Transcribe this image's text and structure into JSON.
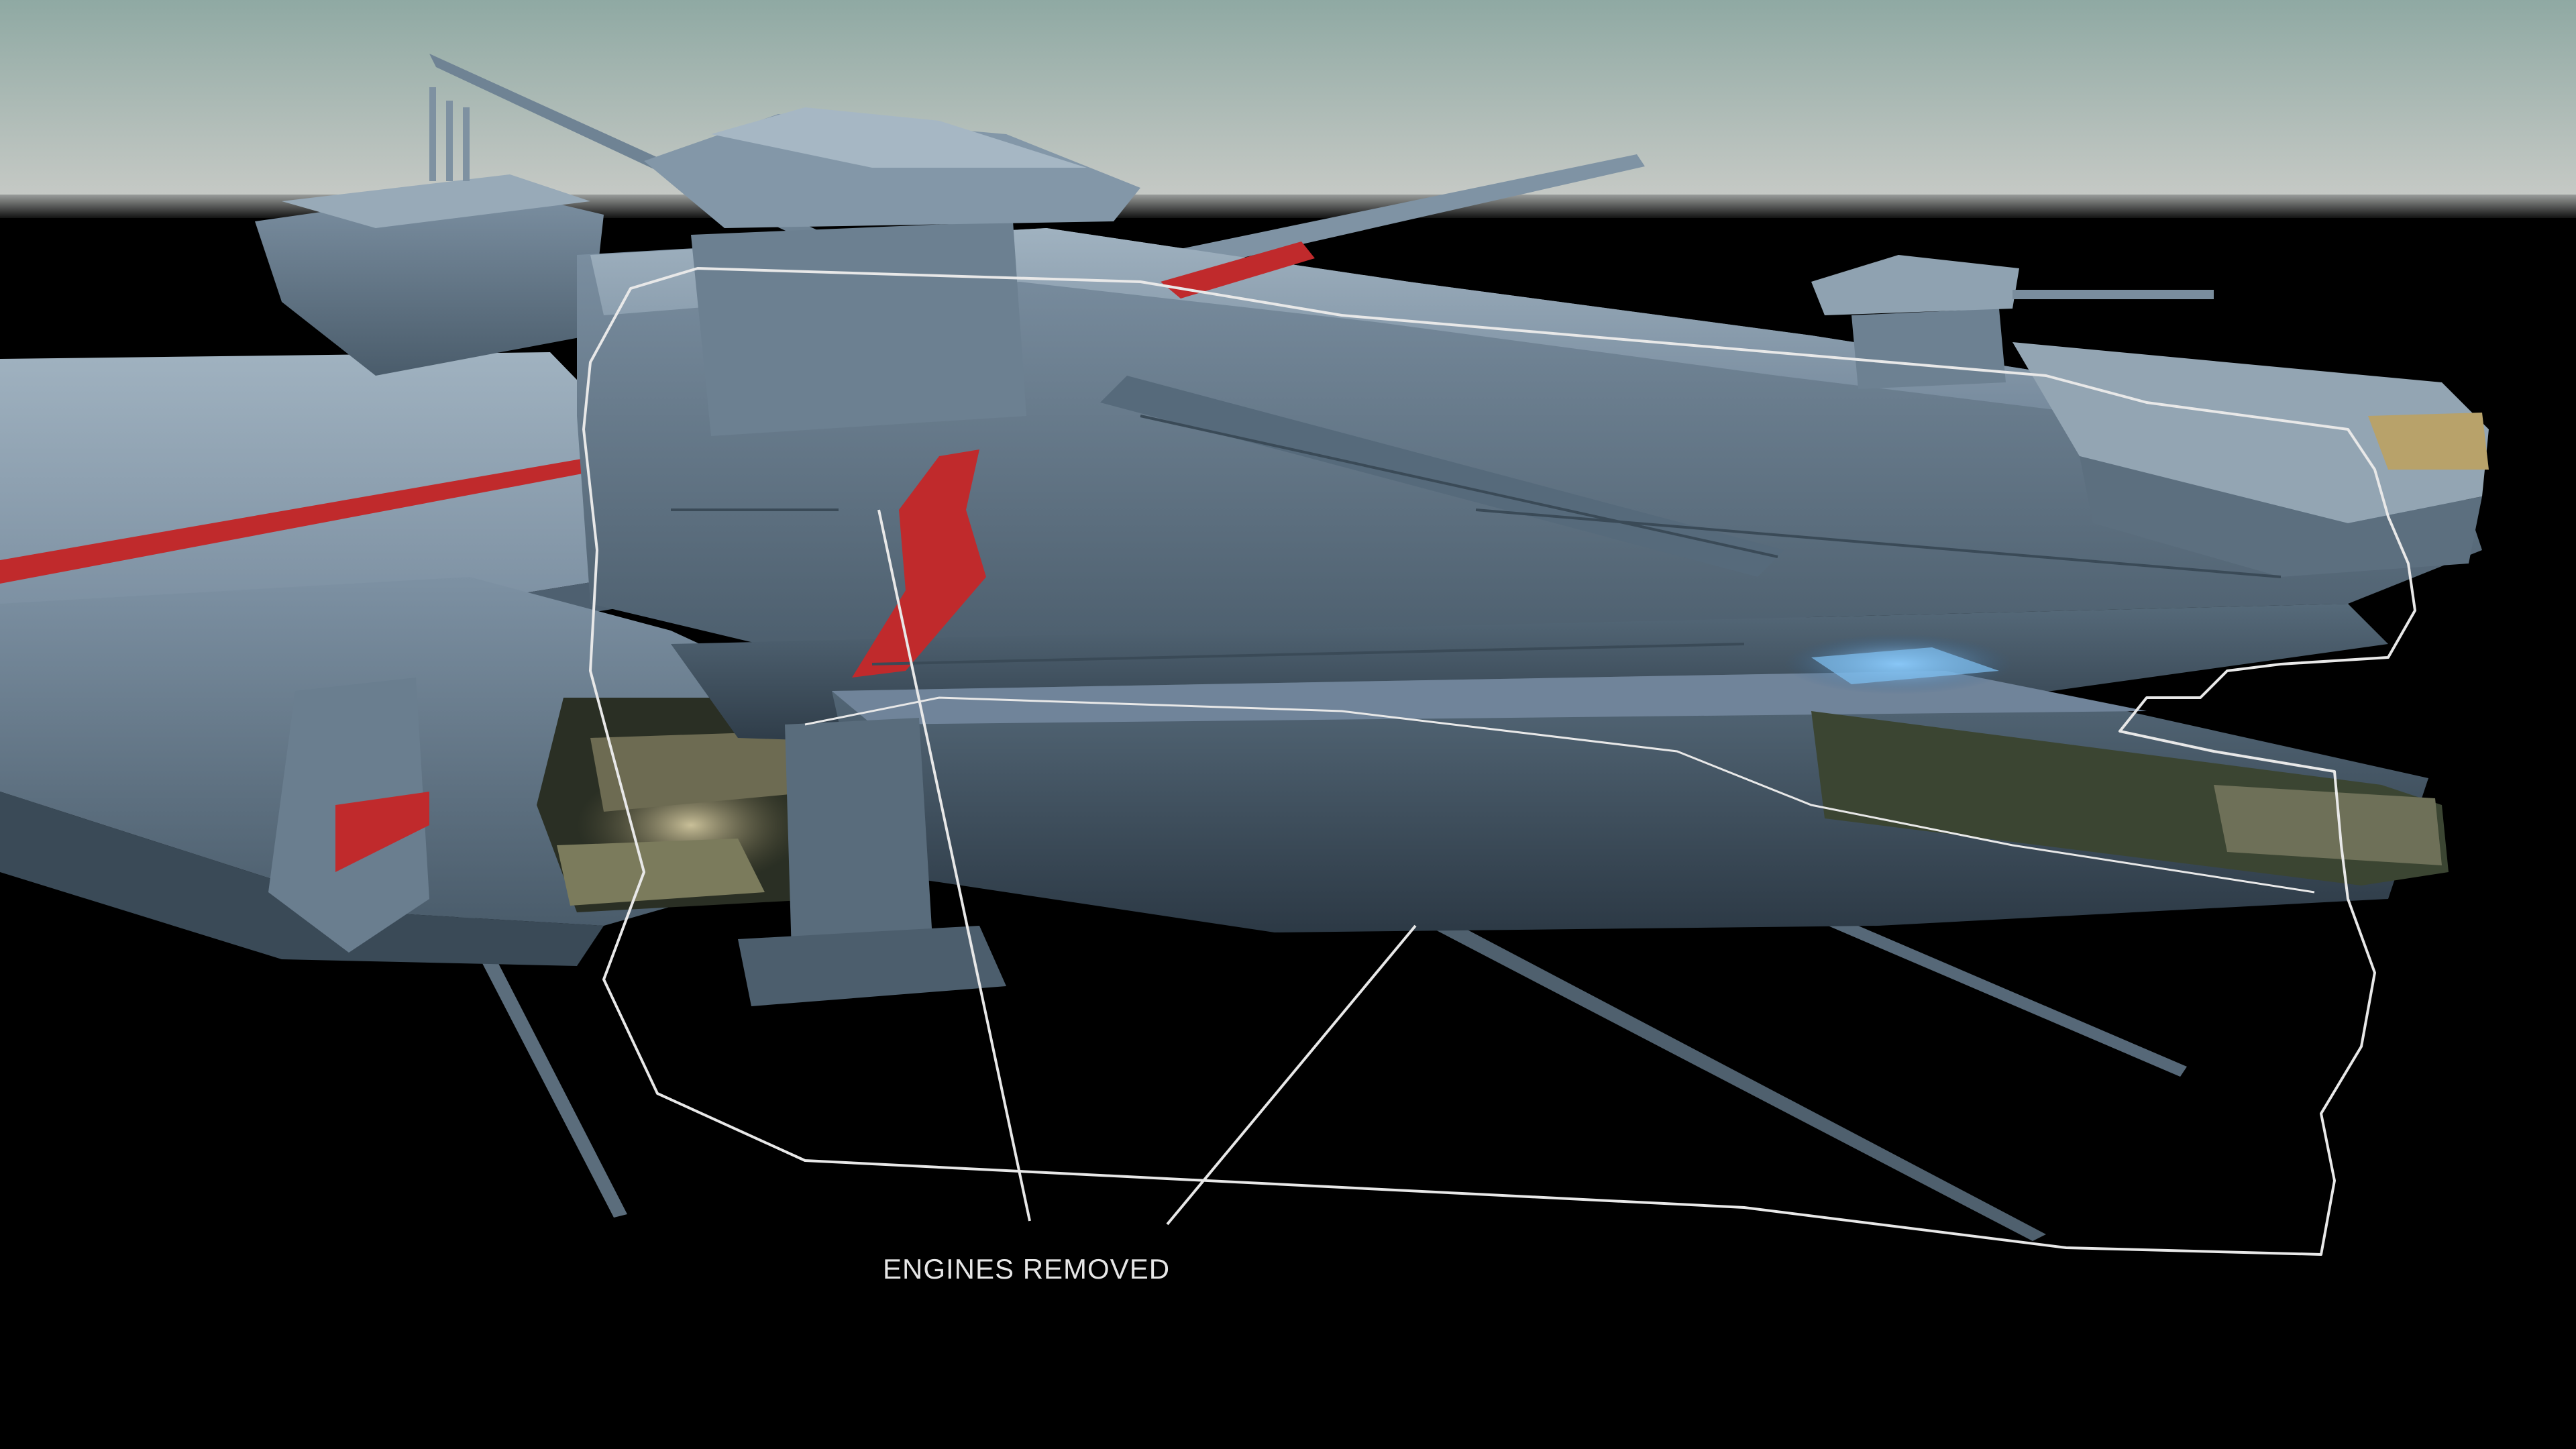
{
  "annotation": {
    "label": "ENGINES REMOVED"
  },
  "colors": {
    "sky_top": "#8fa9a3",
    "sky_bottom": "#c4c8c5",
    "background": "#000000",
    "hull_light": "#8c9fae",
    "hull_mid": "#6c8091",
    "hull_dark": "#3e4f5d",
    "stripe_red": "#c02a2c",
    "outline": "#e8e8e8",
    "glow_blue": "#5aa6e8",
    "glow_gold": "#c8b27a"
  },
  "icons": [
    "starship-render",
    "engine-outline",
    "leader-line"
  ]
}
